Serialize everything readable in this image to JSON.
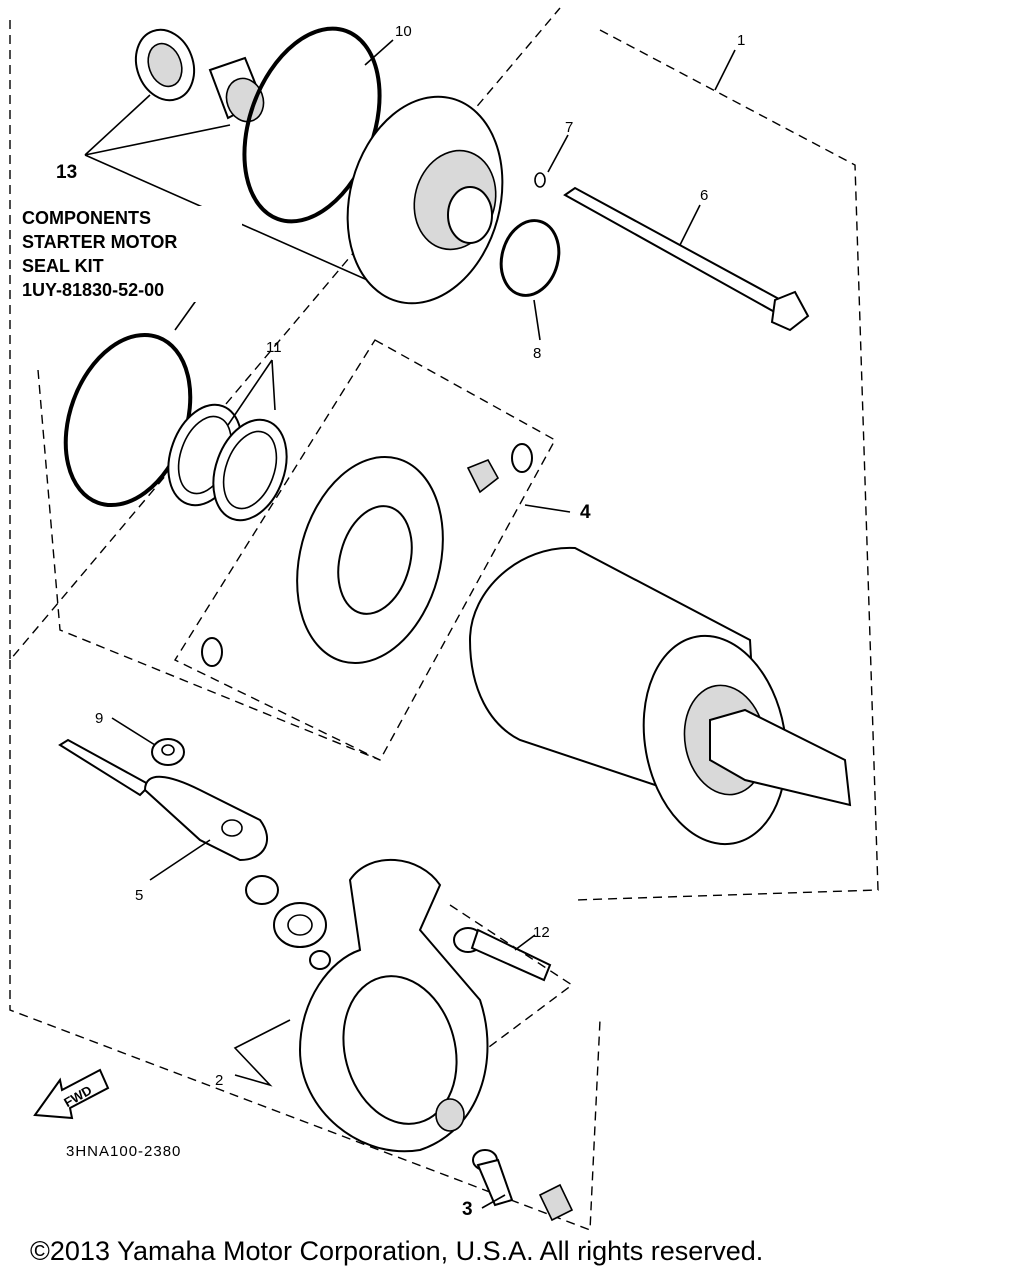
{
  "kit_note": {
    "line1": "COMPONENTS",
    "line2": "STARTER MOTOR",
    "line3": "SEAL KIT",
    "line4": "1UY-81830-52-00"
  },
  "callouts": {
    "c1": "1",
    "c2": "2",
    "c3": "3",
    "c4": "4",
    "c5": "5",
    "c6": "6",
    "c7": "7",
    "c8": "8",
    "c9": "9",
    "c10a": "10",
    "c10b": "10",
    "c11": "11",
    "c12": "12",
    "c13": "13"
  },
  "fwd_label": "FWD",
  "drawing_code": "3HNA100-2380",
  "copyright": "©2013 Yamaha Motor Corporation, U.S.A. All rights reserved."
}
